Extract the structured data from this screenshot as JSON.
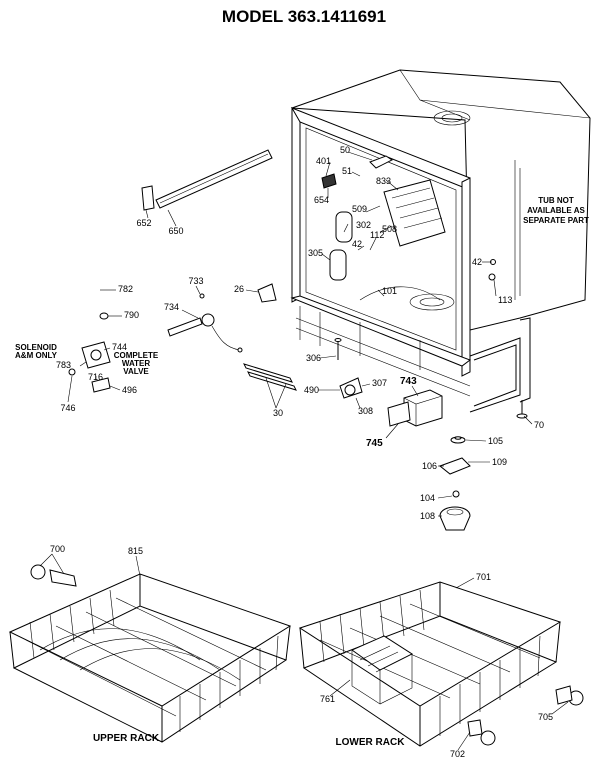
{
  "title": "MODEL 363.1411691",
  "notes": {
    "tub_note": [
      "TUB NOT",
      "AVAILABLE AS",
      "SEPARATE PART"
    ],
    "solenoid_note": [
      "SOLENOID",
      "A&M ONLY"
    ],
    "valve_note": [
      "COMPLETE",
      "WATER",
      "VALVE"
    ]
  },
  "captions": {
    "upper_rack": "UPPER RACK",
    "lower_rack": "LOWER RACK"
  },
  "part_labels": [
    "50",
    "401",
    "51",
    "654",
    "833",
    "509",
    "302",
    "42",
    "112",
    "508",
    "305",
    "101",
    "652",
    "650",
    "782",
    "790",
    "733",
    "734",
    "26",
    "744",
    "783",
    "716",
    "496",
    "746",
    "306",
    "490",
    "307",
    "308",
    "743",
    "745",
    "30",
    "42",
    "113",
    "70",
    "105",
    "106",
    "109",
    "104",
    "108",
    "700",
    "815",
    "701",
    "761",
    "702",
    "705"
  ]
}
